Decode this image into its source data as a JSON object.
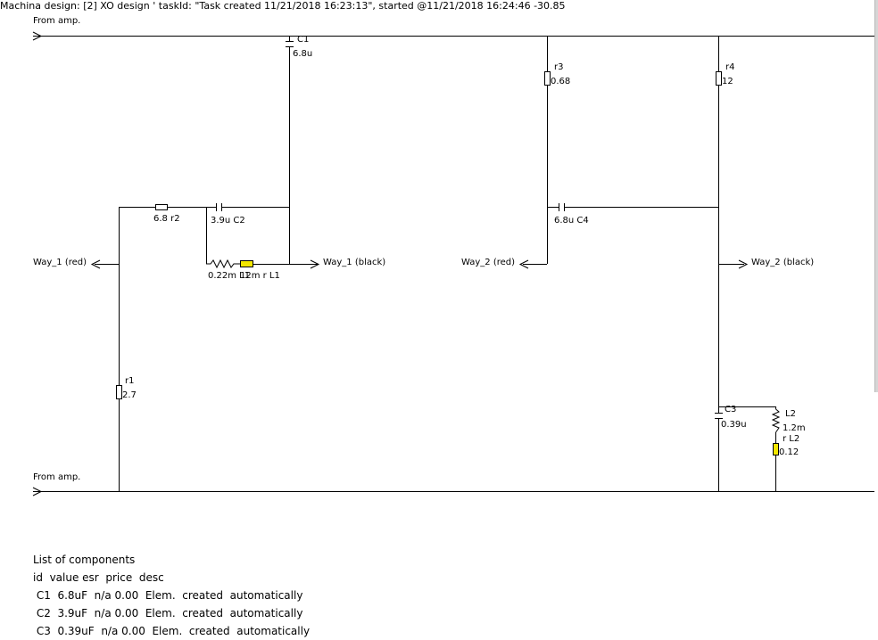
{
  "window": {
    "title": "Machina design: [2] XO design ' taskId: \"Task created 11/21/2018 16:23:13\", started @11/21/2018 16:24:46 -30.85"
  },
  "schematic": {
    "source_top": "From amp.",
    "source_bottom": "From amp.",
    "ports": {
      "way1_red": "Way_1 (red)",
      "way1_black": "Way_1 (black)",
      "way2_red": "Way_2 (red)",
      "way2_black": "Way_2 (black)"
    },
    "components": {
      "C1": {
        "name": "C1",
        "value": "6.8u"
      },
      "r2": {
        "label": "6.8 r2"
      },
      "C2": {
        "label": "3.9u C2"
      },
      "L1": {
        "label_a": "0.22m L1",
        "label_b": "12m r L1"
      },
      "r1": {
        "name": "r1",
        "value": "2.7"
      },
      "r3": {
        "name": "r3",
        "value": "0.68"
      },
      "C4": {
        "label": "6.8u C4"
      },
      "r4": {
        "name": "r4",
        "value": "12"
      },
      "C3": {
        "name": "C3",
        "value": "0.39u"
      },
      "L2": {
        "name": "L2",
        "value": "1.2m"
      },
      "rL2": {
        "name": "r L2",
        "value": "0.12"
      }
    },
    "colors": {
      "wire": "#000000",
      "inductor_resistor_fill": "#f2e600"
    }
  },
  "component_list": {
    "heading": "List of components",
    "header": "id  value esr  price  desc",
    "rows": [
      " C1  6.8uF  n/a 0.00  Elem.  created  automatically",
      " C2  3.9uF  n/a 0.00  Elem.  created  automatically",
      " C3  0.39uF  n/a 0.00  Elem.  created  automatically"
    ]
  }
}
